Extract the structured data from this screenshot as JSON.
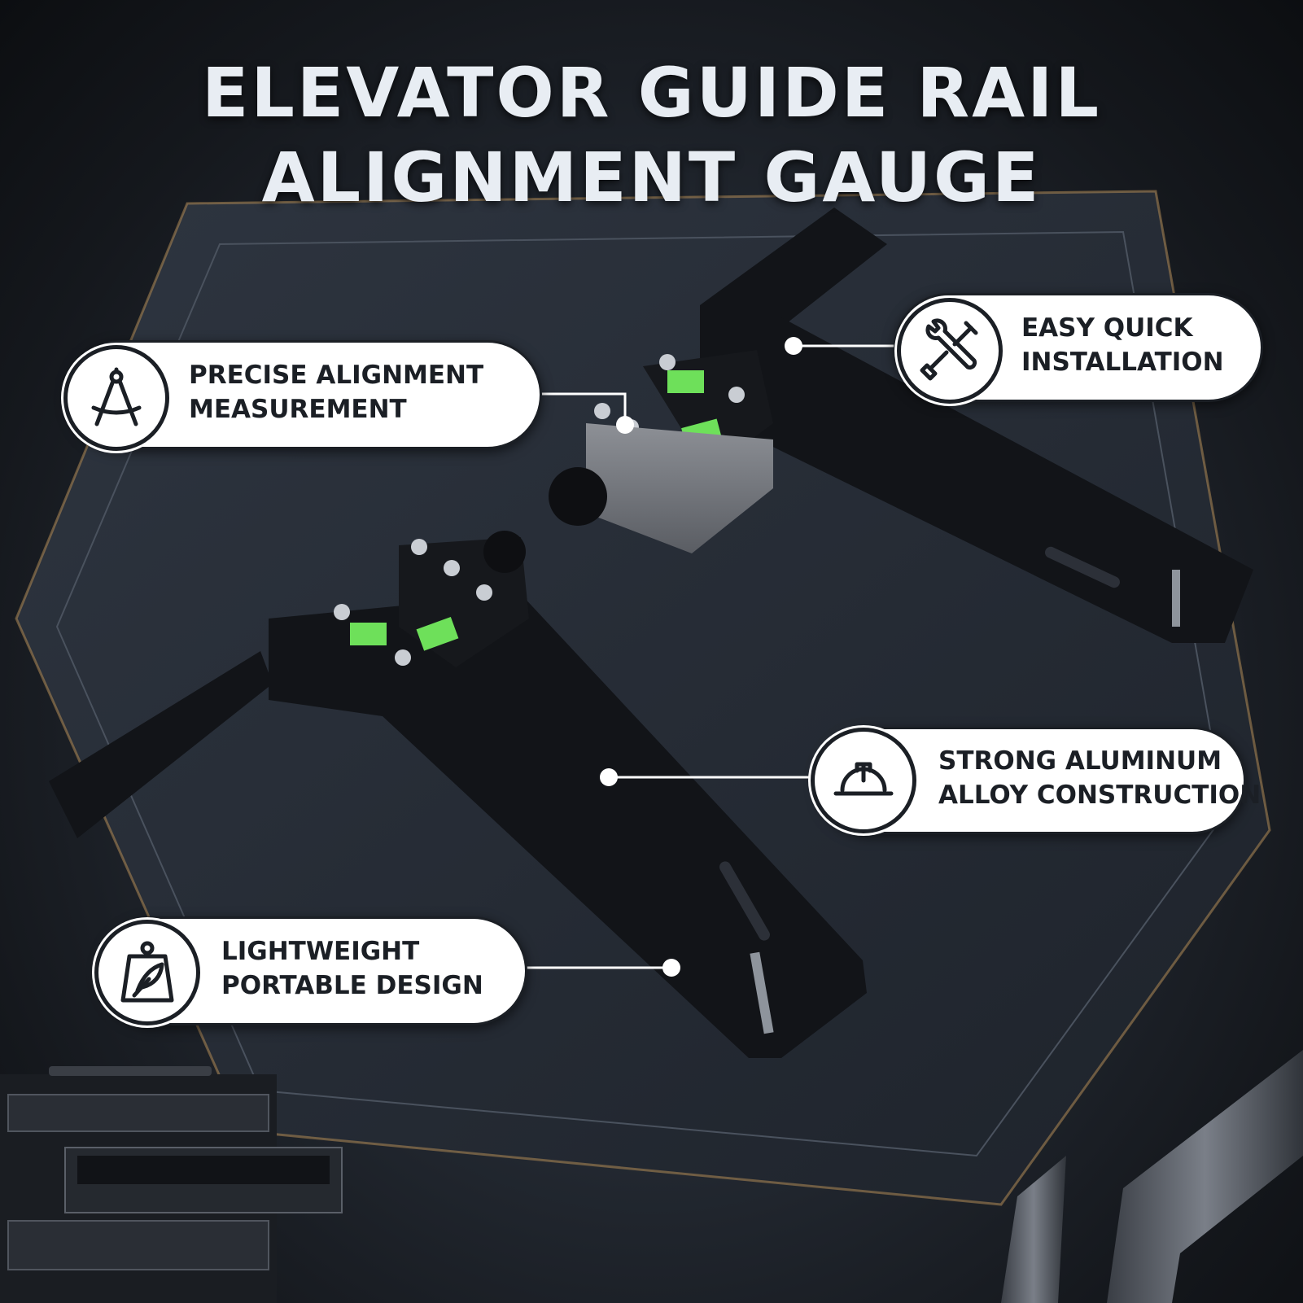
{
  "title": {
    "line1": "ELEVATOR GUIDE RAIL",
    "line2": "ALIGNMENT GAUGE"
  },
  "callouts": [
    {
      "icon": "compass-icon",
      "line1": "PRECISE ALIGNMENT",
      "line2": "MEASUREMENT"
    },
    {
      "icon": "wrench-screwdriver-icon",
      "line1": "EASY QUICK",
      "line2": "INSTALLATION"
    },
    {
      "icon": "hard-hat-icon",
      "line1": "STRONG ALUMINUM",
      "line2": "ALLOY CONSTRUCTION"
    },
    {
      "icon": "feather-weight-icon",
      "line1": "LIGHTWEIGHT",
      "line2": "PORTABLE DESIGN"
    }
  ],
  "colors": {
    "background": "#1f242b",
    "title": "#e8edf3",
    "pill": "#ffffff",
    "ink": "#1b1f25",
    "level_vial": "#6ee05a"
  }
}
